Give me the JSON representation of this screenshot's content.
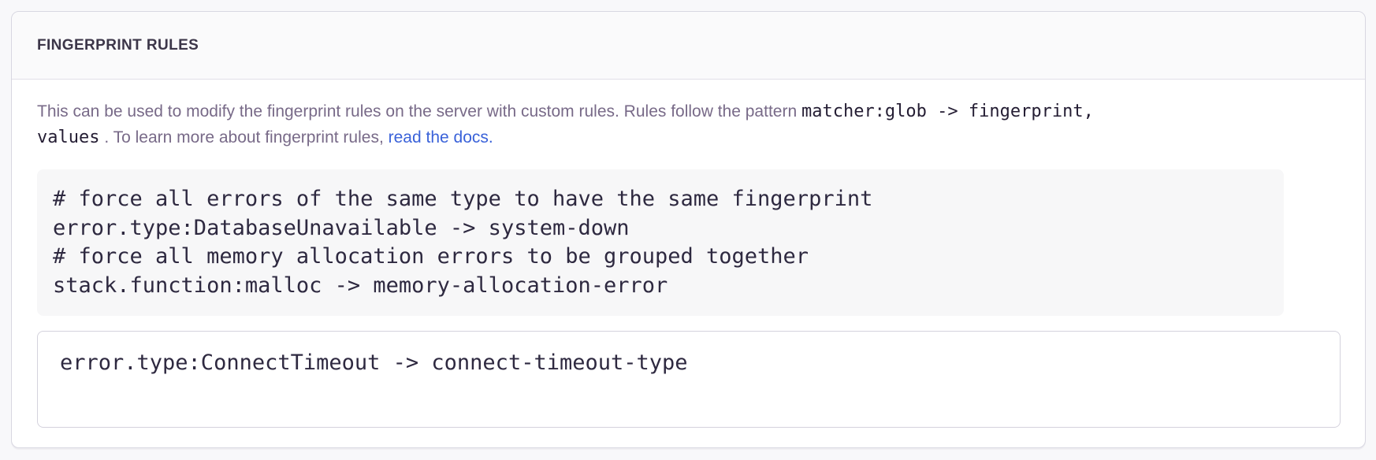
{
  "panel": {
    "title": "FINGERPRINT RULES",
    "description": {
      "text_before_code": "This can be used to modify the fingerprint rules on the server with custom rules. Rules follow the pattern ",
      "pattern_code_part1": "matcher:glob -> fingerprint,",
      "pattern_code_part2": "values",
      "text_after_code": " . To learn more about fingerprint rules, ",
      "link_text": "read the docs",
      "text_after_link": "."
    },
    "example": {
      "lines": [
        "# force all errors of the same type to have the same fingerprint",
        "error.type:DatabaseUnavailable -> system-down",
        "# force all memory allocation errors to be grouped together",
        "stack.function:malloc -> memory-allocation-error"
      ]
    },
    "input": {
      "value": "error.type:ConnectTimeout -> connect-timeout-type"
    },
    "colors": {
      "link_blue": "#3a62d9",
      "header_text": "#3c3649",
      "description_text": "#786a88",
      "code_text": "#2e2940",
      "panel_border": "#d8d7e1",
      "header_background": "#fafafb",
      "example_background": "#f7f7f8",
      "page_background": "#f8f8fa"
    }
  }
}
